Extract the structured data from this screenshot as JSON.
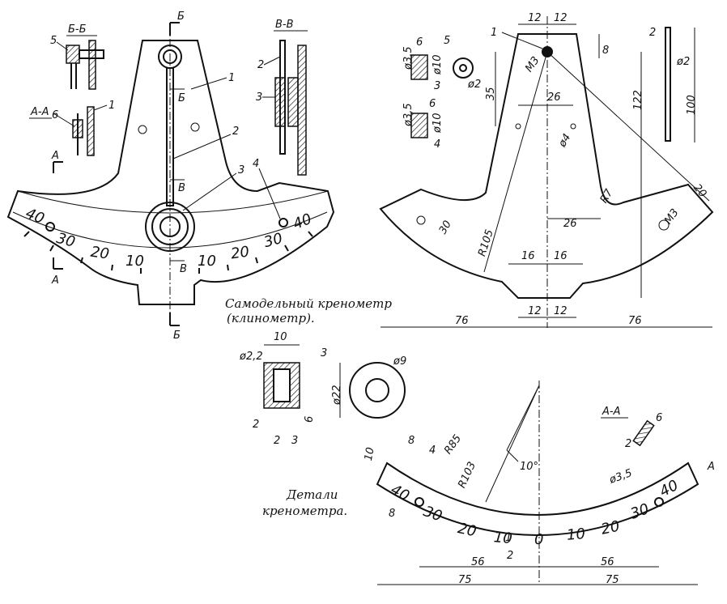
{
  "captions": {
    "title_line1": "Самодельный    кренометр",
    "title_line2": "(клинометр).",
    "details_line1": "Детали",
    "details_line2": "кренометра."
  },
  "sections": {
    "bb": "Б-Б",
    "vv": "В-В",
    "aa": "А-А",
    "aa_detail": "А-А",
    "b": "Б",
    "v": "В",
    "a": "А"
  },
  "part_numbers": {
    "p1": "1",
    "p2": "2",
    "p3": "3",
    "p4": "4",
    "p5": "5",
    "p6": "6"
  },
  "scale": {
    "left": [
      "40",
      "30",
      "20",
      "10"
    ],
    "center": "0",
    "right": [
      "10",
      "20",
      "30",
      "40"
    ]
  },
  "dimensions": {
    "d12": "12",
    "d8": "8",
    "d6": "6",
    "d35_dia": "ø3,5",
    "d10_dia": "ø10",
    "d2_dia": "ø2",
    "d3": "3",
    "d4": "4",
    "d35": "35",
    "d26": "26",
    "d4_dia": "ø4",
    "m3": "M3",
    "d122": "122",
    "d100": "100",
    "r7": "R7",
    "d20": "20",
    "d30": "30",
    "r105": "R105",
    "d16": "16",
    "d76": "76",
    "d10": "10",
    "d22_dia": "ø2,2",
    "d9_dia": "ø9",
    "d22": "ø22",
    "d2": "2",
    "r85": "R85",
    "r103": "R103",
    "deg10": "10°",
    "d56": "56",
    "d75": "75",
    "d1": "1"
  }
}
